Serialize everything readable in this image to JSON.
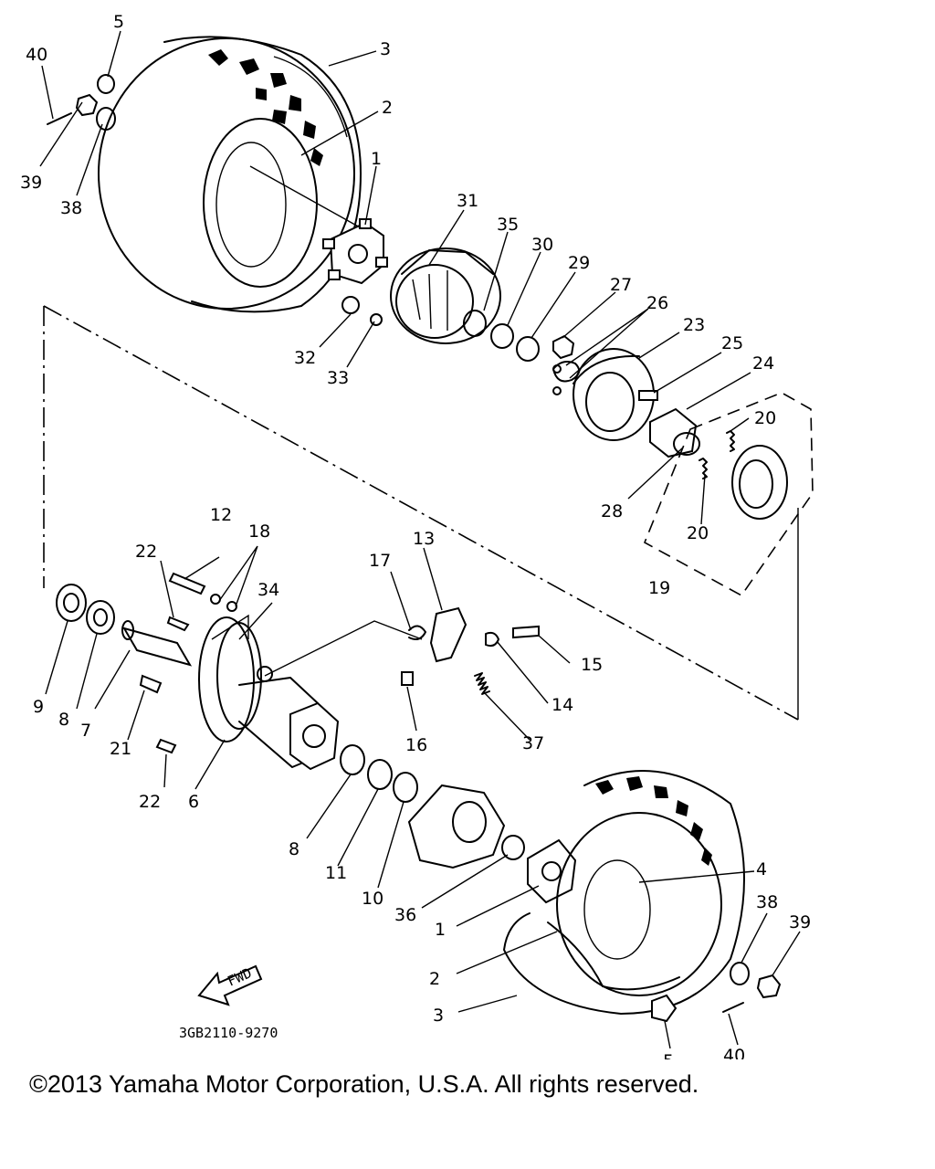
{
  "diagram": {
    "part_numbers": [
      "1",
      "2",
      "3",
      "4",
      "5",
      "6",
      "7",
      "8",
      "9",
      "10",
      "11",
      "12",
      "13",
      "14",
      "15",
      "16",
      "17",
      "18",
      "19",
      "20",
      "21",
      "22",
      "23",
      "24",
      "25",
      "26",
      "27",
      "28",
      "29",
      "30",
      "31",
      "32",
      "33",
      "34",
      "35",
      "36",
      "37",
      "38",
      "39",
      "40"
    ],
    "fwd_label": "FWD",
    "drawing_code": "3GB2110-9270"
  },
  "footer": {
    "copyright": "©2013 Yamaha Motor Corporation, U.S.A. All rights reserved."
  }
}
